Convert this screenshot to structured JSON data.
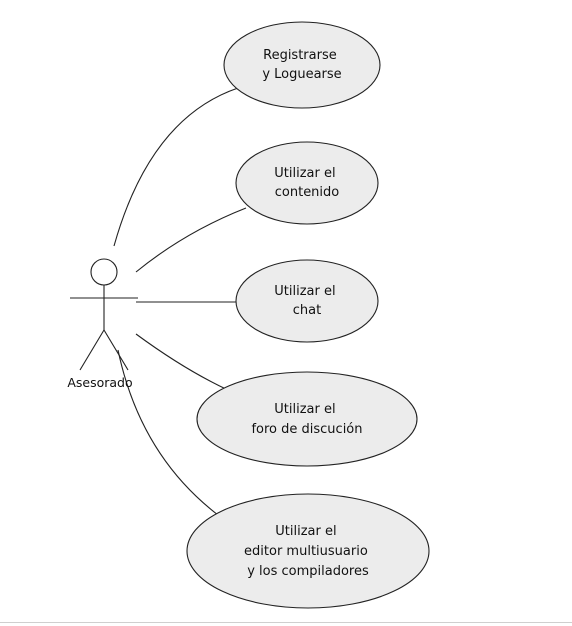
{
  "actor": {
    "name": "Asesorado"
  },
  "use_cases": [
    {
      "lines": [
        "Registrarse",
        "y Loguearse"
      ]
    },
    {
      "lines": [
        "Utilizar el",
        "contenido"
      ]
    },
    {
      "lines": [
        "Utilizar el",
        "chat"
      ]
    },
    {
      "lines": [
        "Utilizar el",
        "foro de discución"
      ]
    },
    {
      "lines": [
        "Utilizar el",
        "editor multiusuario",
        "y los compiladores"
      ]
    }
  ]
}
